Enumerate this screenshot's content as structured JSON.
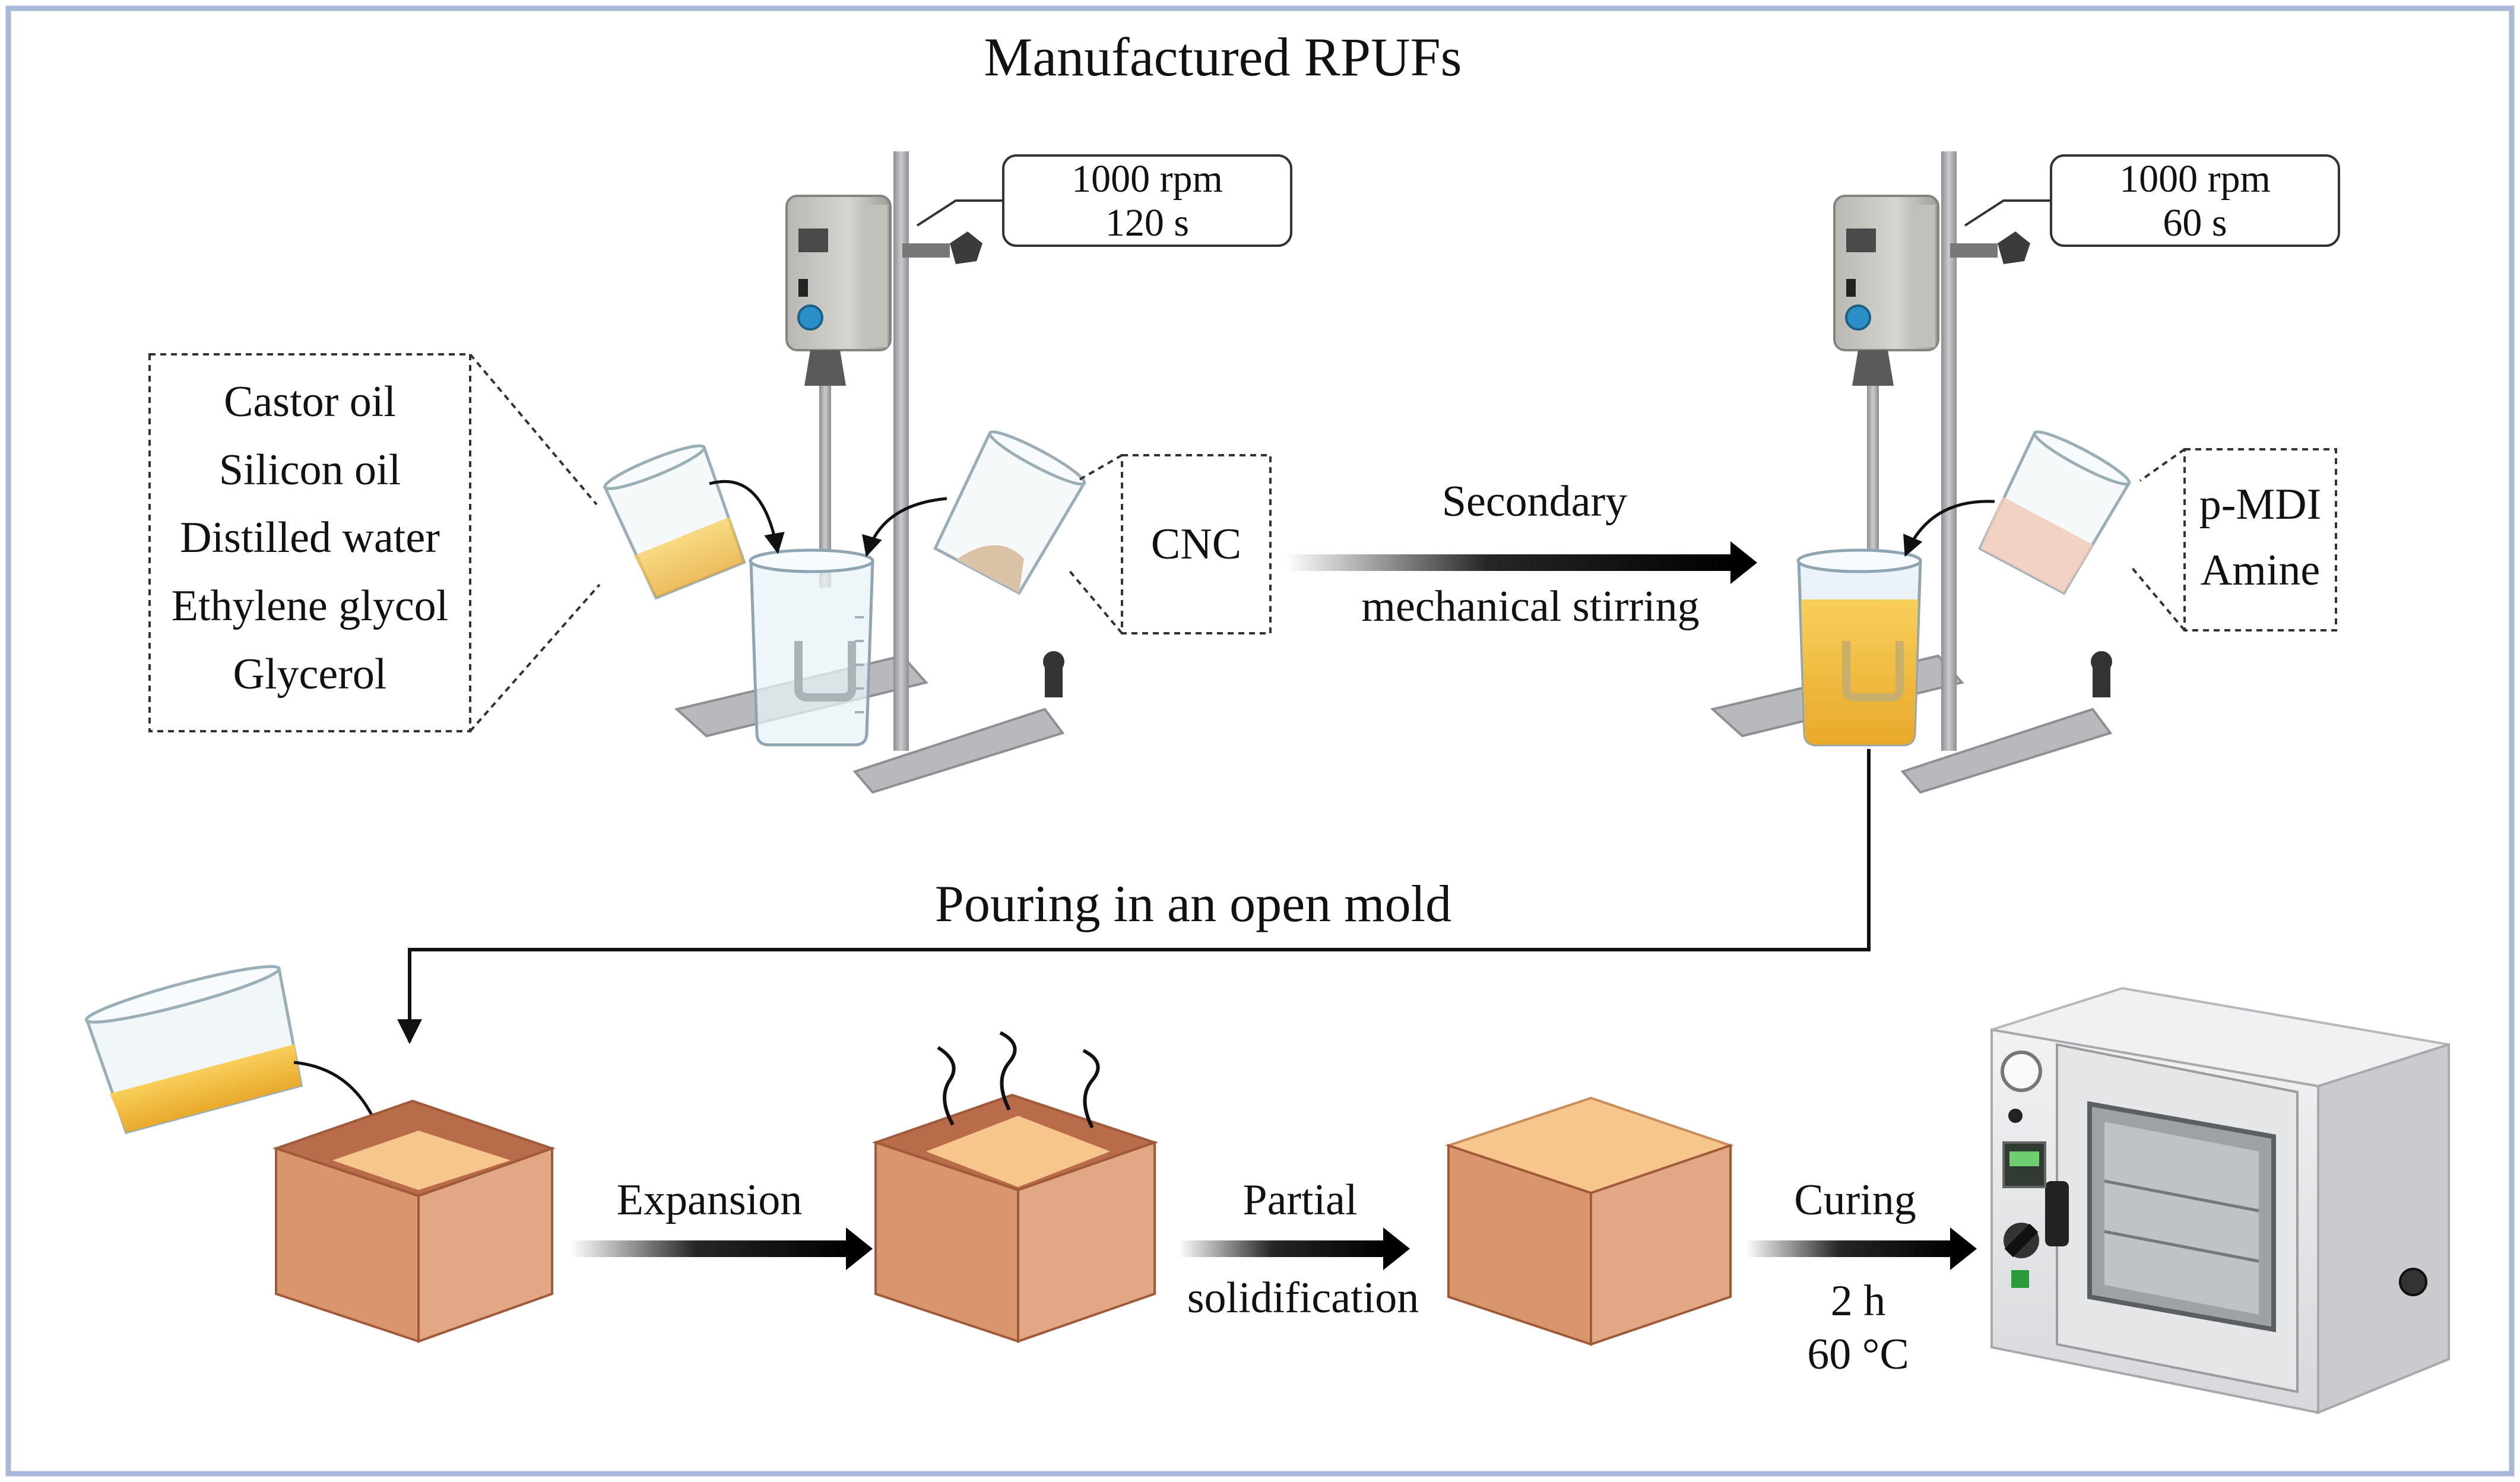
{
  "title": "Manufactured RPUFs",
  "ingredients_box": {
    "items": [
      "Castor oil",
      "Silicon oil",
      "Distilled water",
      "Ethylene glycol",
      "Glycerol"
    ]
  },
  "cnc_box": {
    "label": "CNC"
  },
  "stirrer_1": {
    "speed": "1000 rpm",
    "time": "120 s"
  },
  "stirrer_2": {
    "speed": "1000 rpm",
    "time": "60 s"
  },
  "step_secondary": {
    "line1": "Secondary",
    "line2": "mechanical stirring"
  },
  "reagents_box": {
    "items": [
      "p-MDI",
      "Amine"
    ]
  },
  "pour_label": "Pouring in an open mold",
  "step_expansion": "Expansion",
  "step_partial": {
    "line1": "Partial",
    "line2": "solidification"
  },
  "step_curing": {
    "label": "Curing",
    "time": "2 h",
    "temperature": "60 °C"
  },
  "colors": {
    "frame": "#a9b8d8",
    "liquid_yellow": "#f4c04a",
    "mold_box": "#d9966c",
    "foam": "#f6c68c",
    "stand_metal": "#a5a7aa",
    "oven_body": "#e7e8ea"
  }
}
